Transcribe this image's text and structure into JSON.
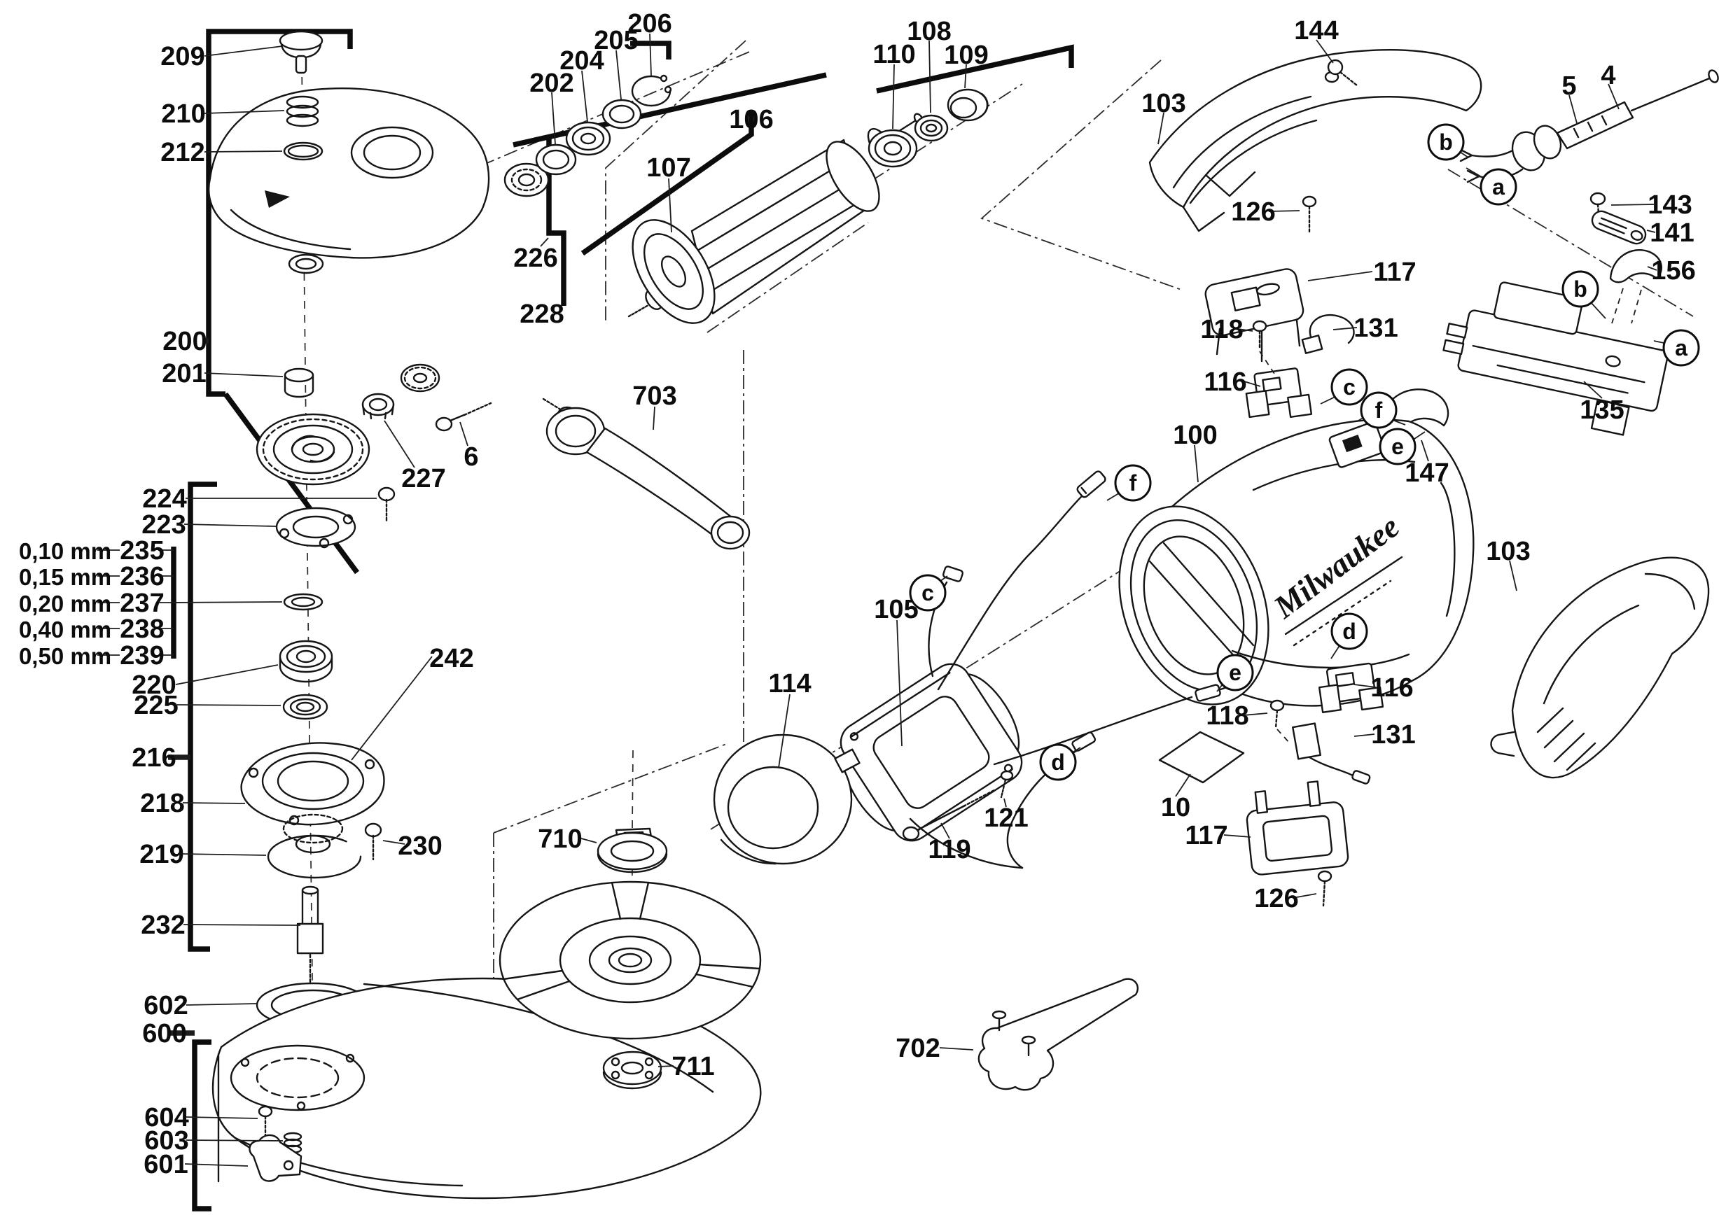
{
  "title": "Angle grinder exploded parts diagram",
  "brand_logo": "Milwaukee",
  "colors": {
    "ink": "#0c0c0c",
    "paper": "#ffffff"
  },
  "shim_options": [
    {
      "thickness": "0,10 mm",
      "ref": "235"
    },
    {
      "thickness": "0,15 mm",
      "ref": "236"
    },
    {
      "thickness": "0,20 mm",
      "ref": "237"
    },
    {
      "thickness": "0,40 mm",
      "ref": "238"
    },
    {
      "thickness": "0,50 mm",
      "ref": "239"
    }
  ],
  "diagram": {
    "labels": [
      [
        "209",
        261,
        80
      ],
      [
        "210",
        262,
        162
      ],
      [
        "212",
        261,
        217
      ],
      [
        "200",
        264,
        487
      ],
      [
        "201",
        263,
        533
      ],
      [
        "202",
        788,
        118
      ],
      [
        "204",
        831,
        86
      ],
      [
        "205",
        880,
        57
      ],
      [
        "206",
        928,
        33
      ],
      [
        "226",
        765,
        368
      ],
      [
        "228",
        774,
        448
      ],
      [
        "106",
        1073,
        170
      ],
      [
        "107",
        955,
        239
      ],
      [
        "108",
        1327,
        44
      ],
      [
        "110",
        1277,
        77
      ],
      [
        "109",
        1380,
        78
      ],
      [
        "144",
        1880,
        43
      ],
      [
        "103",
        1662,
        147
      ],
      [
        "5",
        2241,
        122
      ],
      [
        "4",
        2297,
        107
      ],
      [
        "143",
        2385,
        292
      ],
      [
        "141",
        2388,
        332
      ],
      [
        "156",
        2390,
        386
      ],
      [
        "126",
        1790,
        302
      ],
      [
        "117",
        1992,
        388
      ],
      [
        "118",
        1745,
        470
      ],
      [
        "131",
        1965,
        468
      ],
      [
        "116",
        1750,
        545
      ],
      [
        "135",
        2288,
        585
      ],
      [
        "147",
        2038,
        675
      ],
      [
        "100",
        1707,
        621
      ],
      [
        "703",
        935,
        565
      ],
      [
        "6",
        673,
        652
      ],
      [
        "227",
        605,
        683
      ],
      [
        "224",
        235,
        712
      ],
      [
        "223",
        234,
        749
      ],
      [
        "235",
        203,
        786
      ],
      [
        "236",
        203,
        823
      ],
      [
        "237",
        203,
        861
      ],
      [
        "238",
        203,
        898
      ],
      [
        "239",
        203,
        936
      ],
      [
        "220",
        220,
        978
      ],
      [
        "225",
        223,
        1007
      ],
      [
        "216",
        220,
        1082
      ],
      [
        "242",
        645,
        940
      ],
      [
        "218",
        232,
        1147
      ],
      [
        "230",
        600,
        1208
      ],
      [
        "219",
        231,
        1220
      ],
      [
        "232",
        233,
        1321
      ],
      [
        "602",
        237,
        1436
      ],
      [
        "600",
        235,
        1476
      ],
      [
        "604",
        238,
        1596
      ],
      [
        "603",
        238,
        1629
      ],
      [
        "601",
        237,
        1663
      ],
      [
        "105",
        1280,
        870
      ],
      [
        "114",
        1128,
        976
      ],
      [
        "121",
        1437,
        1168
      ],
      [
        "119",
        1356,
        1213
      ],
      [
        "116",
        1988,
        982
      ],
      [
        "118",
        1753,
        1022
      ],
      [
        "131",
        1990,
        1049
      ],
      [
        "10",
        1679,
        1153
      ],
      [
        "117",
        1723,
        1193
      ],
      [
        "126",
        1823,
        1283
      ],
      [
        "103",
        2154,
        787
      ],
      [
        "710",
        800,
        1198
      ],
      [
        "711",
        990,
        1523
      ],
      [
        "702",
        1311,
        1497
      ],
      [
        "0,10 mm",
        93,
        786
      ],
      [
        "0,15 mm",
        93,
        823
      ],
      [
        "0,20 mm",
        93,
        861
      ],
      [
        "0,40 mm",
        93,
        898
      ],
      [
        "0,50 mm",
        93,
        936
      ]
    ],
    "letters": [
      [
        "b",
        2065,
        203
      ],
      [
        "a",
        2140,
        267
      ],
      [
        "b",
        2257,
        413
      ],
      [
        "a",
        2401,
        497
      ],
      [
        "c",
        1927,
        553
      ],
      [
        "c",
        1325,
        847
      ],
      [
        "d",
        1927,
        902
      ],
      [
        "d",
        1511,
        1089
      ],
      [
        "e",
        1996,
        638
      ],
      [
        "e",
        1764,
        961
      ],
      [
        "f",
        1969,
        586
      ],
      [
        "f",
        1618,
        690
      ]
    ],
    "leaders": [
      [
        292,
        80,
        403,
        66
      ],
      [
        292,
        162,
        406,
        158
      ],
      [
        292,
        217,
        403,
        216
      ],
      [
        290,
        487,
        298,
        487,
        "bold"
      ],
      [
        292,
        533,
        404,
        538
      ],
      [
        788,
        132,
        793,
        206
      ],
      [
        831,
        101,
        839,
        174
      ],
      [
        880,
        72,
        887,
        142
      ],
      [
        928,
        48,
        930,
        108
      ],
      [
        772,
        352,
        783,
        340
      ],
      [
        955,
        255,
        959,
        332
      ],
      [
        1277,
        92,
        1275,
        184
      ],
      [
        1327,
        58,
        1329,
        161
      ],
      [
        1380,
        92,
        1378,
        126
      ],
      [
        1880,
        57,
        1904,
        90
      ],
      [
        1662,
        161,
        1654,
        206
      ],
      [
        2241,
        136,
        2252,
        176
      ],
      [
        2297,
        120,
        2312,
        156
      ],
      [
        2362,
        292,
        2301,
        293
      ],
      [
        2364,
        332,
        2352,
        329
      ],
      [
        2366,
        386,
        2353,
        381
      ],
      [
        1812,
        302,
        1856,
        301
      ],
      [
        1960,
        388,
        1868,
        401
      ],
      [
        1768,
        470,
        1789,
        473
      ],
      [
        1938,
        468,
        1904,
        471
      ],
      [
        1777,
        545,
        1800,
        552
      ],
      [
        2288,
        569,
        2262,
        545
      ],
      [
        2040,
        659,
        2030,
        629
      ],
      [
        1706,
        636,
        1711,
        689
      ],
      [
        935,
        581,
        933,
        614
      ],
      [
        668,
        637,
        657,
        603
      ],
      [
        592,
        668,
        549,
        601
      ],
      [
        265,
        712,
        538,
        712
      ],
      [
        263,
        749,
        394,
        752
      ],
      [
        226,
        786,
        248,
        786
      ],
      [
        226,
        823,
        248,
        823
      ],
      [
        228,
        861,
        248,
        861
      ],
      [
        226,
        898,
        248,
        898
      ],
      [
        226,
        936,
        248,
        936
      ],
      [
        139,
        786,
        171,
        786
      ],
      [
        139,
        823,
        171,
        823
      ],
      [
        139,
        861,
        171,
        861
      ],
      [
        139,
        898,
        171,
        898
      ],
      [
        139,
        936,
        171,
        936
      ],
      [
        248,
        861,
        403,
        860
      ],
      [
        251,
        978,
        397,
        950
      ],
      [
        253,
        1007,
        401,
        1008
      ],
      [
        240,
        1082,
        272,
        1082,
        "bold"
      ],
      [
        617,
        938,
        502,
        1086
      ],
      [
        261,
        1147,
        350,
        1148
      ],
      [
        578,
        1206,
        547,
        1201
      ],
      [
        258,
        1220,
        380,
        1222
      ],
      [
        262,
        1321,
        429,
        1322
      ],
      [
        266,
        1436,
        366,
        1434
      ],
      [
        240,
        1476,
        278,
        1476,
        "bold"
      ],
      [
        266,
        1596,
        368,
        1598
      ],
      [
        266,
        1629,
        404,
        1630
      ],
      [
        264,
        1663,
        354,
        1666
      ],
      [
        830,
        1198,
        852,
        1204
      ],
      [
        962,
        1523,
        940,
        1524
      ],
      [
        1342,
        1497,
        1390,
        1500
      ],
      [
        1281,
        886,
        1288,
        1066
      ],
      [
        1128,
        992,
        1112,
        1097
      ],
      [
        1437,
        1153,
        1434,
        1141
      ],
      [
        1356,
        1198,
        1344,
        1176
      ],
      [
        1965,
        982,
        1934,
        978
      ],
      [
        1776,
        1022,
        1810,
        1019
      ],
      [
        1963,
        1049,
        1934,
        1052
      ],
      [
        1679,
        1138,
        1700,
        1106
      ],
      [
        1748,
        1193,
        1786,
        1196
      ],
      [
        1846,
        1283,
        1880,
        1277
      ],
      [
        2156,
        801,
        2166,
        844
      ],
      [
        2082,
        215,
        2097,
        225
      ],
      [
        2123,
        257,
        2094,
        240
      ],
      [
        2271,
        431,
        2293,
        455
      ],
      [
        2381,
        491,
        2362,
        487
      ],
      [
        1911,
        565,
        1886,
        577
      ],
      [
        1339,
        833,
        1353,
        823
      ],
      [
        1914,
        921,
        1901,
        941
      ],
      [
        1527,
        1078,
        1543,
        1068
      ],
      [
        2014,
        631,
        2035,
        617
      ],
      [
        1749,
        974,
        1738,
        988
      ],
      [
        1986,
        599,
        2007,
        607
      ],
      [
        1601,
        703,
        1581,
        715
      ],
      [
        1799,
        502,
        1820,
        534,
        "dashed"
      ],
      [
        1824,
        1042,
        1842,
        1062,
        "dashed"
      ],
      [
        2318,
        412,
        2302,
        462,
        "dashed"
      ],
      [
        2344,
        414,
        2330,
        462,
        "dashed"
      ]
    ],
    "brackets": [
      "500,70 500,45 298,45 298,563 322,563",
      "322,563 510,818",
      "310,692 272,692 272,1356 300,1356",
      "302,1489 278,1489 278,1727 302,1727",
      "784,198 784,333 805,333 805,437",
      "733,207 1180,107",
      "1073,158 1073,192 832,362",
      "1252,130 1530,68 1530,97",
      "900,62 955,62 955,85",
      "248,781 248,941"
    ],
    "axes": [
      "455,335 1075,72",
      "1010,475 1240,318",
      "1245,258 1460,120",
      "1658,86 1402,312 1690,415",
      "1065,58 865,240 865,460",
      "1015,1185 2005,560",
      "705,1190 705,1480",
      "705,1190 1040,1062",
      "1062,500 1062,1170",
      "2068,242 2418,452"
    ],
    "dashes": [
      "431,90 447,1488",
      "904,1072 903,1186",
      "903,1240 900,1500"
    ]
  }
}
